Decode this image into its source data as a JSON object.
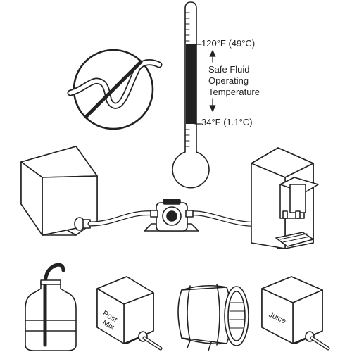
{
  "thermometer": {
    "max_label": "120°F (49°C)",
    "min_label": "34°F (1.1°C)",
    "range_label": [
      "Safe Fluid",
      "Operating",
      "Temperature"
    ]
  },
  "containers": {
    "post_mix_box": [
      "Post",
      "Mix"
    ],
    "juice_box": "Juice"
  }
}
